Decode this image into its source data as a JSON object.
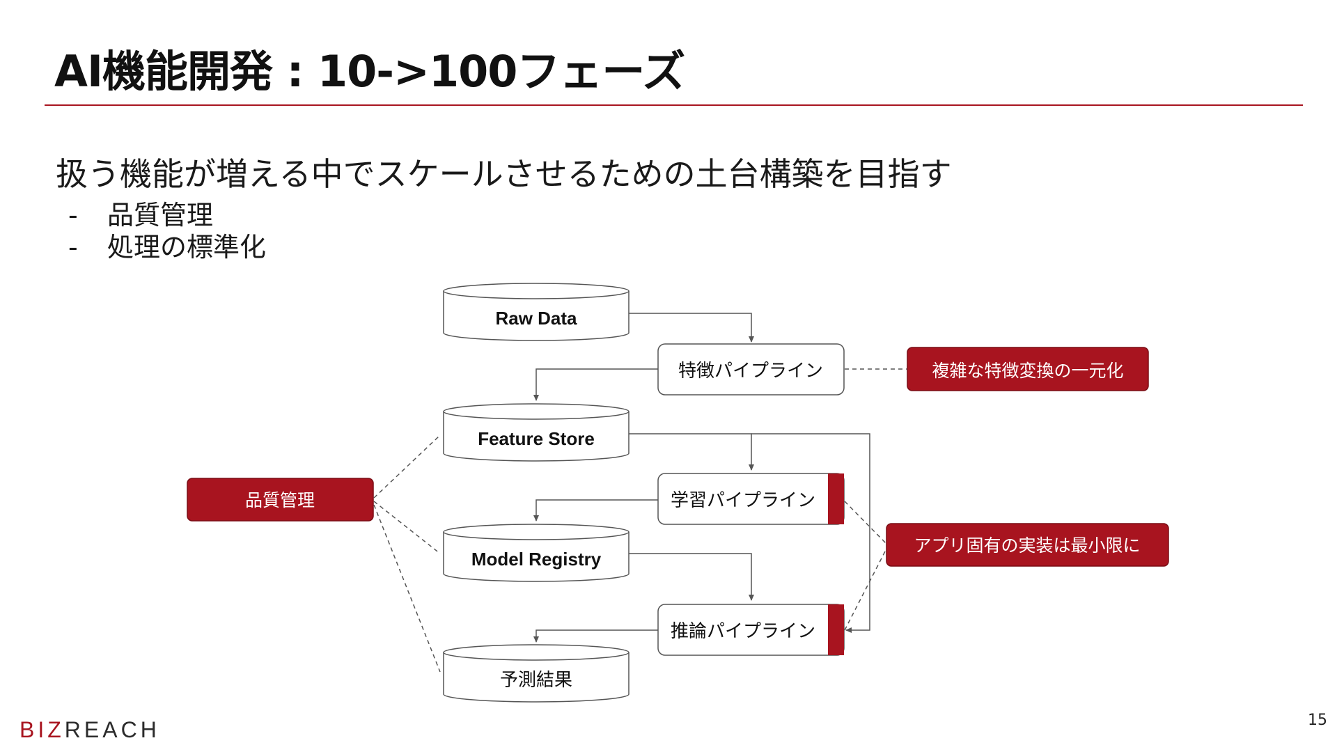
{
  "slide": {
    "title": "AI機能開発 : 10->100フェーズ",
    "lead": "扱う機能が増える中でスケールさせるための土台構築を目指す",
    "bullets": [
      "品質管理",
      "処理の標準化"
    ],
    "page_number": "15",
    "logo": {
      "part1": "BIZ",
      "part2": "REACH"
    }
  },
  "diagram": {
    "stores": {
      "raw_data": "Raw Data",
      "feature_store": "Feature Store",
      "model_registry": "Model Registry",
      "predictions": "予測結果"
    },
    "pipelines": {
      "feature": "特徴パイプライン",
      "training": "学習パイプライン",
      "inference": "推論パイプライン"
    },
    "notes": {
      "feature_unify": "複雑な特徴変換の一元化",
      "quality": "品質管理",
      "app_specific": "アプリ固有の実装は最小限に"
    }
  },
  "colors": {
    "accent": "#a8141f",
    "box_border": "#555555"
  }
}
